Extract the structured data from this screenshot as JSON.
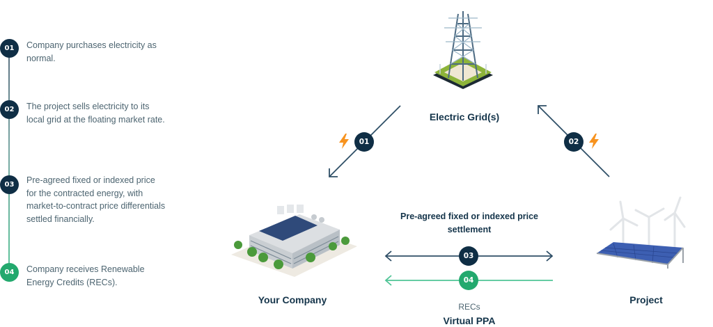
{
  "colors": {
    "navy": "#0f2e45",
    "green": "#23a96e",
    "line_navy": "#2e4e66",
    "line_green": "#4fc496",
    "bolt": "#f7931e",
    "body_text": "#4c6470"
  },
  "steps": [
    {
      "num": "01",
      "text": "Company purchases electricity as normal."
    },
    {
      "num": "02",
      "text": "The project sells electricity to its local grid at the floating market rate."
    },
    {
      "num": "03",
      "text": "Pre-agreed fixed or indexed price for the contracted energy, with market-to-contract price differentials settled financially."
    },
    {
      "num": "04",
      "text": "Company receives Renewable Energy Credits (RECs)."
    }
  ],
  "diagram": {
    "grid_label": "Electric Grid(s)",
    "company_label": "Your Company",
    "project_label": "Project",
    "arrow_01_num": "01",
    "arrow_02_num": "02",
    "arrow_03_num": "03",
    "arrow_04_num": "04",
    "settlement_caption": "Pre-agreed fixed or indexed price settlement",
    "recs_label": "RECs",
    "title": "Virtual PPA",
    "icons": {
      "grid": "transmission-tower-illustration",
      "company": "factory-building-illustration",
      "project": "solar-and-wind-farm-illustration",
      "flow": "lightning-bolt-icon"
    }
  }
}
